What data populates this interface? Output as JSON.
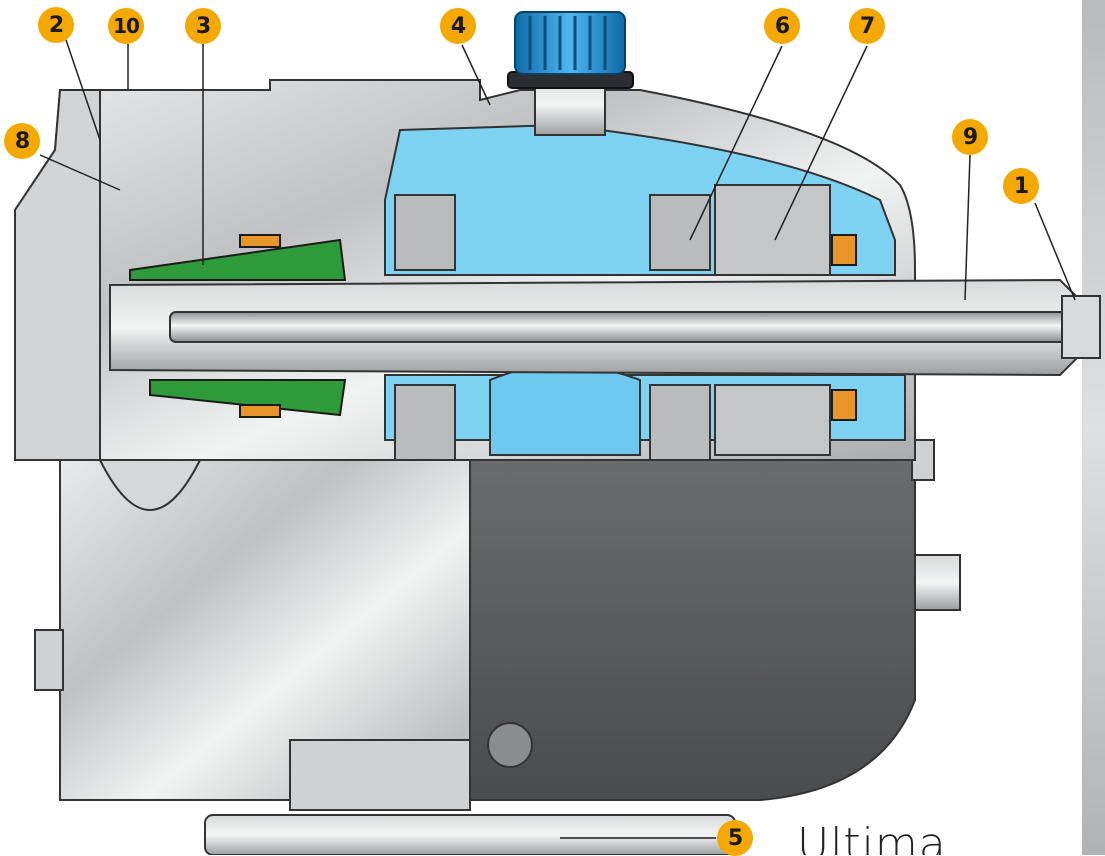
{
  "diagram": {
    "callouts": [
      {
        "id": "c1",
        "label": "1"
      },
      {
        "id": "c2",
        "label": "2"
      },
      {
        "id": "c3",
        "label": "3"
      },
      {
        "id": "c4",
        "label": "4"
      },
      {
        "id": "c5",
        "label": "5"
      },
      {
        "id": "c6",
        "label": "6"
      },
      {
        "id": "c7",
        "label": "7"
      },
      {
        "id": "c8",
        "label": "8"
      },
      {
        "id": "c9",
        "label": "9"
      },
      {
        "id": "c10",
        "label": "10"
      }
    ],
    "caption": "Ultima",
    "colors": {
      "callout": "#f5a800",
      "oil_chamber": "#7fd3f2",
      "cap": "#1a8fd0",
      "seal_green": "#2f9a3a",
      "seal_orange": "#e8962a",
      "housing_dark": "#5a5a5c",
      "housing_light": "#c9cbcc"
    }
  }
}
